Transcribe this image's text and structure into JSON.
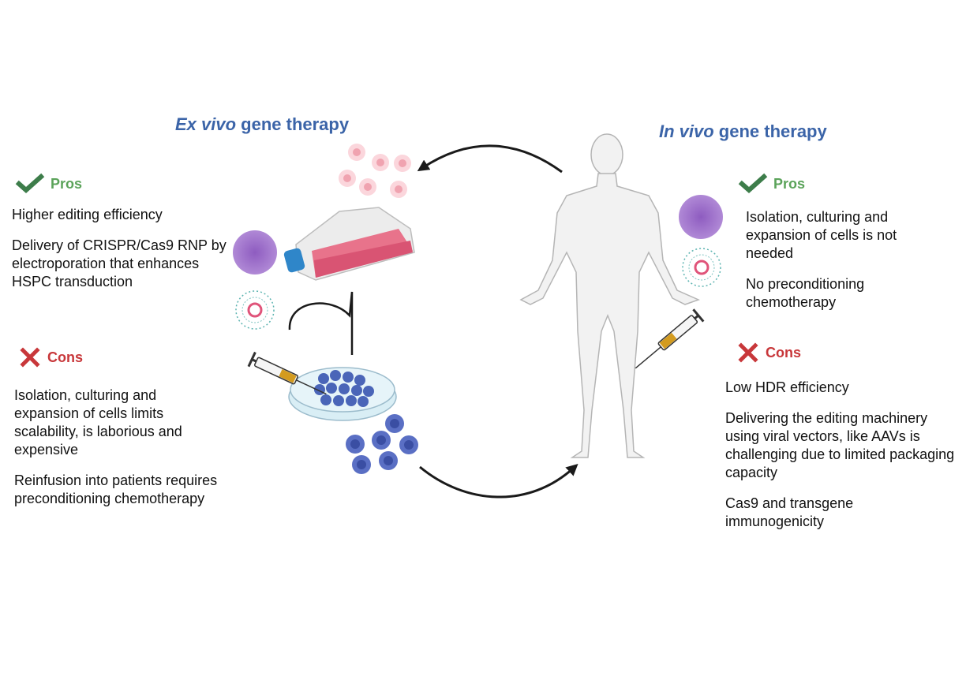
{
  "ex_vivo": {
    "title_italic": "Ex vivo",
    "title_rest": " gene therapy",
    "pros": {
      "label": "Pros",
      "icon": "checkmark-icon",
      "items": [
        "Higher editing  efficiency",
        "Delivery of CRISPR/Cas9 RNP by electroporation that enhances HSPC transduction"
      ]
    },
    "cons": {
      "label": "Cons",
      "icon": "x-mark-icon",
      "items": [
        "Isolation, culturing and expansion of cells limits scalability, is laborious and expensive",
        "Reinfusion into patients requires preconditioning chemotherapy"
      ]
    }
  },
  "in_vivo": {
    "title_italic": "In vivo",
    "title_rest": " gene therapy",
    "pros": {
      "label": "Pros",
      "icon": "checkmark-icon",
      "items": [
        "Isolation, culturing and expansion of cells is not needed",
        "No preconditioning chemotherapy"
      ]
    },
    "cons": {
      "label": "Cons",
      "icon": "x-mark-icon",
      "items": [
        "Low HDR efficiency",
        "Delivering the editing machinery using viral vectors, like AAVs is challenging due to limited packaging capacity",
        "Cas9 and transgene immunogenicity"
      ]
    }
  },
  "colors": {
    "title": "#3b64a8",
    "pros": "#5ba35a",
    "pros_icon": "#3d7d4a",
    "cons": "#c8373a",
    "text": "#111111"
  }
}
